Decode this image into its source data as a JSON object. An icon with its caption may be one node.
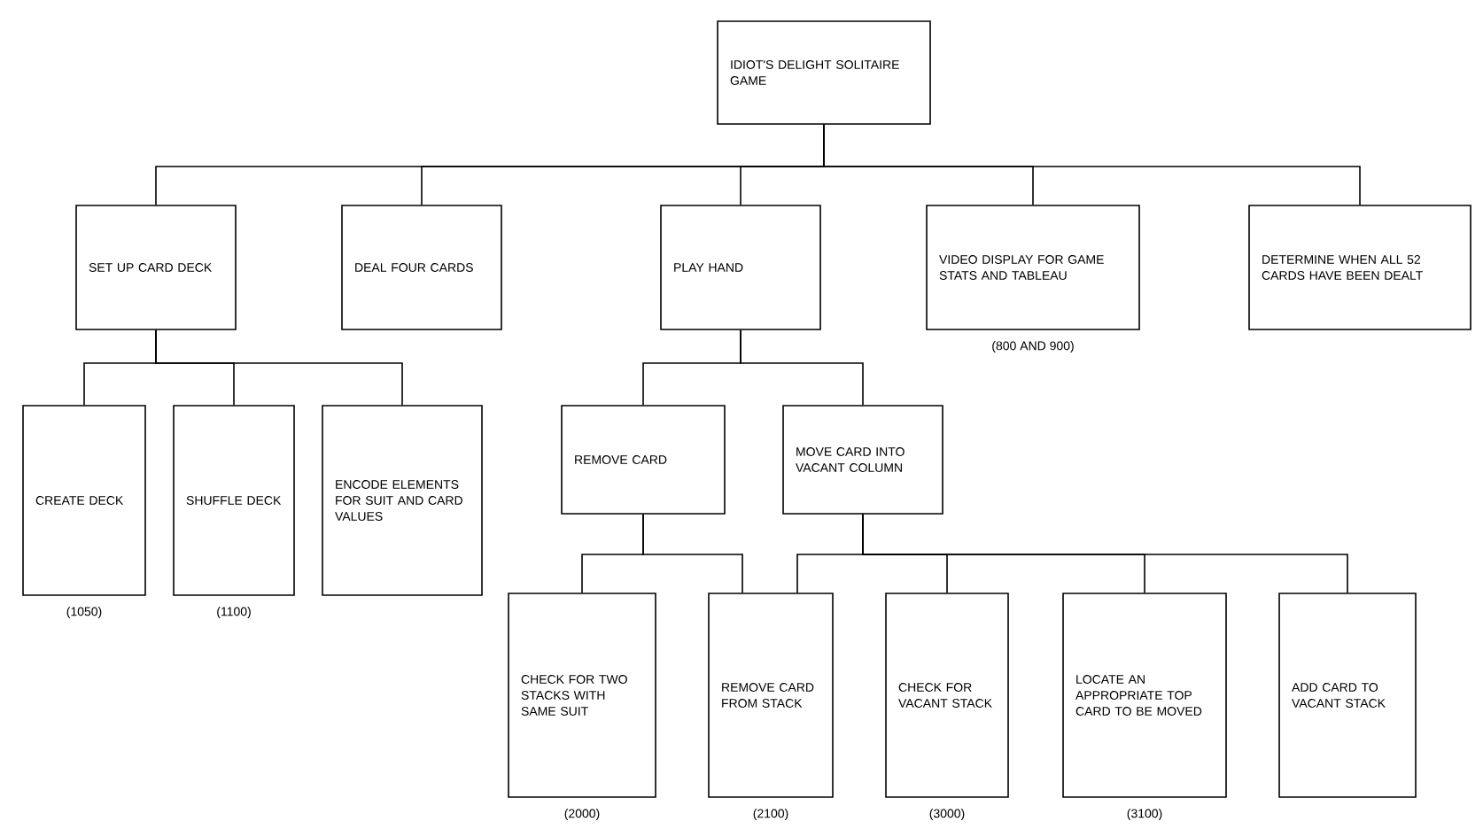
{
  "diagram": {
    "nodes": [
      {
        "text": [
          "IDIOT'S DELIGHT SOLITAIRE GAME"
        ]
      },
      {
        "text": [
          "SET UP CARD DECK"
        ]
      },
      {
        "text": [
          "DEAL FOUR CARDS"
        ]
      },
      {
        "text": [
          "PLAY HAND"
        ]
      },
      {
        "text": [
          "VIDEO DISPLAY FOR GAME STATS AND TABLEAU"
        ],
        "beside": [
          "(800 AND 900)"
        ]
      },
      {
        "text": [
          "DETERMINE WHEN ALL 52 CARDS HAVE BEEN DEALT"
        ]
      },
      {
        "text": [
          "CREATE DECK"
        ],
        "beside": [
          "(1050)"
        ]
      },
      {
        "text": [
          "SHUFFLE DECK"
        ],
        "beside": [
          "(1100)"
        ]
      },
      {
        "text": [
          "ENCODE ELEMENTS FOR SUIT AND CARD VALUES"
        ]
      },
      {
        "text": [
          "REMOVE CARD"
        ]
      },
      {
        "text": [
          "MOVE CARD INTO VACANT COLUMN"
        ]
      },
      {
        "text": [
          "CHECK FOR TWO STACKS WITH SAME SUIT"
        ],
        "beside": [
          "(2000)"
        ]
      },
      {
        "text": [
          "REMOVE CARD FROM STACK"
        ],
        "beside": [
          "(2100)"
        ]
      },
      {
        "text": [
          "CHECK FOR VACANT STACK"
        ],
        "beside": [
          "(3000)"
        ]
      },
      {
        "text": [
          "LOCATE AN APPROPRIATE TOP CARD TO BE MOVED"
        ],
        "beside": [
          "(3100)"
        ]
      },
      {
        "text": [
          "ADD CARD TO VACANT STACK"
        ]
      }
    ],
    "edges": [
      {
        "from": 0,
        "to": 1,
        "arrow": "none"
      },
      {
        "from": 0,
        "to": 2,
        "arrow": "none"
      },
      {
        "from": 0,
        "to": 3,
        "arrow": "none"
      },
      {
        "from": 0,
        "to": 4,
        "arrow": "none"
      },
      {
        "from": 0,
        "to": 5,
        "arrow": "none"
      },
      {
        "from": 1,
        "to": 6,
        "arrow": "none"
      },
      {
        "from": 1,
        "to": 7,
        "arrow": "none"
      },
      {
        "from": 1,
        "to": 8,
        "arrow": "none"
      },
      {
        "from": 3,
        "to": 9,
        "arrow": "none"
      },
      {
        "from": 3,
        "to": 10,
        "arrow": "none"
      },
      {
        "from": 9,
        "to": 11,
        "arrow": "none"
      },
      {
        "from": 9,
        "to": 12,
        "arrow": "none"
      },
      {
        "from": 10,
        "to": 12,
        "arrow": "none"
      },
      {
        "from": 10,
        "to": 13,
        "arrow": "none"
      },
      {
        "from": 10,
        "to": 14,
        "arrow": "none"
      },
      {
        "from": 10,
        "to": 15,
        "arrow": "none"
      }
    ]
  }
}
